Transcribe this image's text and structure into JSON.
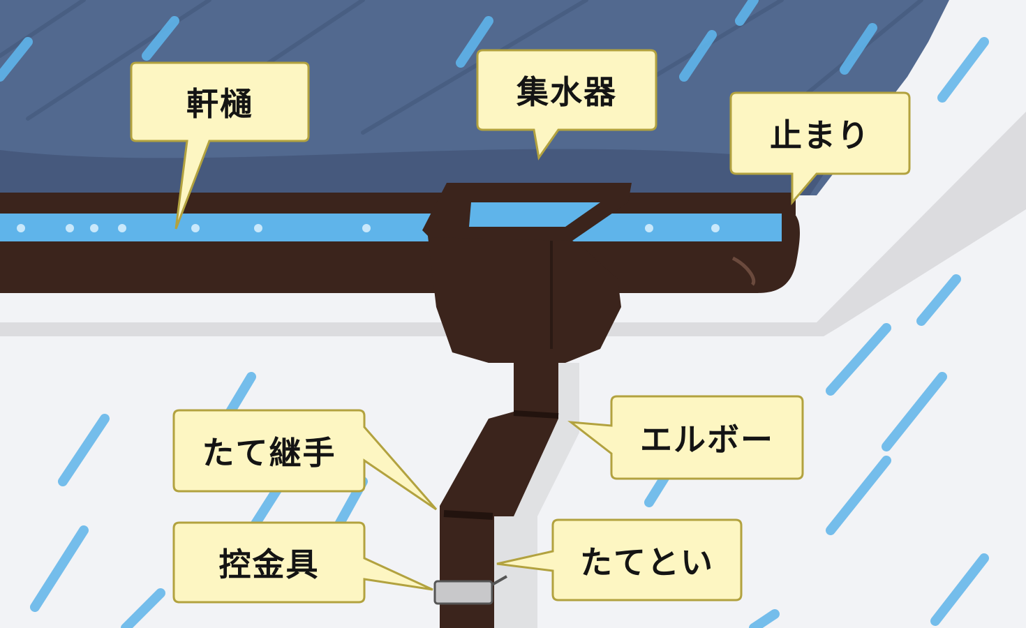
{
  "colors": {
    "sky": "#f2f3f6",
    "roof": "#52698f",
    "roof_dark": "#3f5577",
    "gutter": "#3b241c",
    "water": "#5fb4ea",
    "callout_fill": "#fdf6c2",
    "callout_border": "#b2a23f",
    "shadow": "#dcdcdf",
    "bracket": "#c8c8ca"
  },
  "labels": {
    "noki_toi": "軒樋",
    "shusuiki": "集水器",
    "tomari": "止まり",
    "elbow": "エルボー",
    "tate_tsugite": "たて継手",
    "tate_toi": "たてとい",
    "hikae_kanagu": "控金具"
  }
}
